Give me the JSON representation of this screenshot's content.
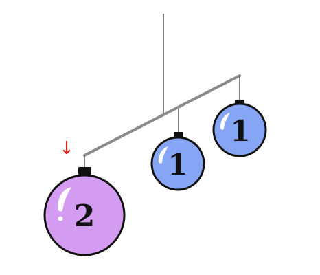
{
  "diagram": {
    "type": "hanging-mobile",
    "colors": {
      "string": "#555555",
      "bar": "#8a8a8a",
      "outline": "#111111",
      "cap": "#111111",
      "arrow": "#dd2222",
      "highlight": "#ffffff"
    },
    "arrow": {
      "glyph": "↓",
      "points_to": "weight-2"
    },
    "weights": [
      {
        "id": "weight-2",
        "label": "2",
        "color": "#d49df2"
      },
      {
        "id": "weight-1-middle",
        "label": "1",
        "color": "#86a6f5"
      },
      {
        "id": "weight-1-right",
        "label": "1",
        "color": "#86a6f5"
      }
    ]
  }
}
